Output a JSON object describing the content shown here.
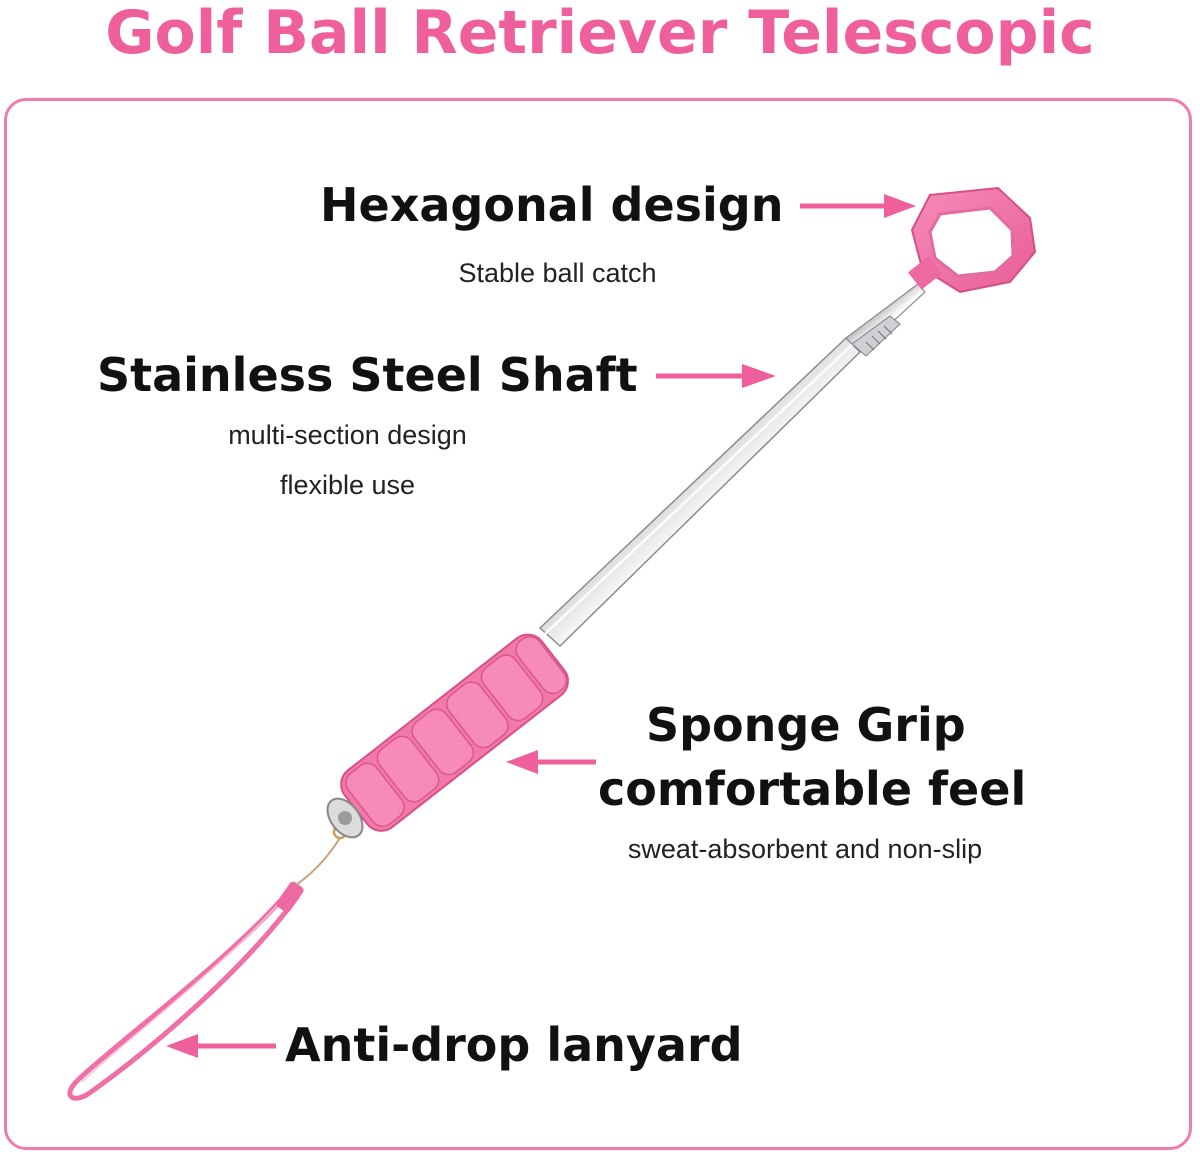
{
  "title": "Golf Ball Retriever Telescopic",
  "colors": {
    "accent": "#ef5f9b",
    "frame": "#ef7bb0",
    "grip": "#f06aa2",
    "text": "#111111"
  },
  "callouts": {
    "hexagonal": {
      "heading": "Hexagonal design",
      "sub": "Stable ball catch"
    },
    "shaft": {
      "heading": "Stainless Steel Shaft",
      "sub1": "multi-section design",
      "sub2": "flexible use"
    },
    "grip": {
      "heading1": "Sponge Grip",
      "heading2": "comfortable feel",
      "sub": "sweat-absorbent and non-slip"
    },
    "lanyard": {
      "heading": "Anti-drop lanyard"
    }
  },
  "icons": [
    "arrow-right-icon",
    "arrow-left-icon"
  ]
}
